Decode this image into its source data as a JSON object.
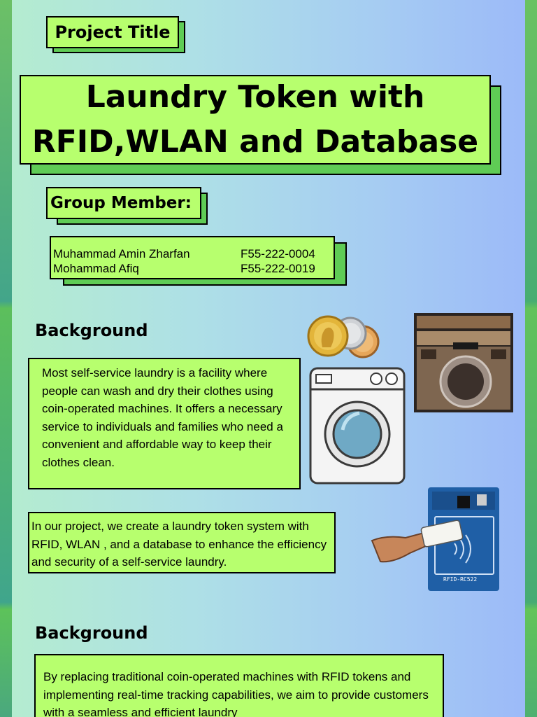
{
  "project": {
    "label": "Project Title",
    "title_line1": "Laundry Token with",
    "title_line2": "RFID,WLAN and Database"
  },
  "group": {
    "label": "Group Member:",
    "members": [
      {
        "name": "Muhammad Amin Zharfan",
        "id": "F55-222-0004"
      },
      {
        "name": "Mohammad Afiq",
        "id": "F55-222-0019"
      }
    ]
  },
  "background_1": {
    "heading": "Background",
    "paragraph": "Most self-service laundry is a facility where people can wash and dry their clothes using coin-operated machines. It offers a necessary service to individuals and families who need a convenient and affordable way to keep their clothes clean."
  },
  "project_desc": {
    "paragraph": "In our project, we create a laundry token system with RFID, WLAN , and a database to enhance the efficiency and security of a self-service laundry."
  },
  "background_2": {
    "heading": "Background",
    "paragraph": "By replacing traditional coin-operated machines with RFID tokens and implementing real-time tracking capabilities, we aim to provide customers with a seamless and efficient laundry"
  },
  "rfid_module": {
    "label": "RFID-RC522"
  },
  "colors": {
    "box_fill": "#b7ff6e",
    "box_shadow": "#5fcc55",
    "side_strip": "#4caf6e"
  },
  "icons": [
    "coins-icon",
    "washing-machine-icon",
    "laundromat-photo",
    "rfid-reader-icon"
  ]
}
